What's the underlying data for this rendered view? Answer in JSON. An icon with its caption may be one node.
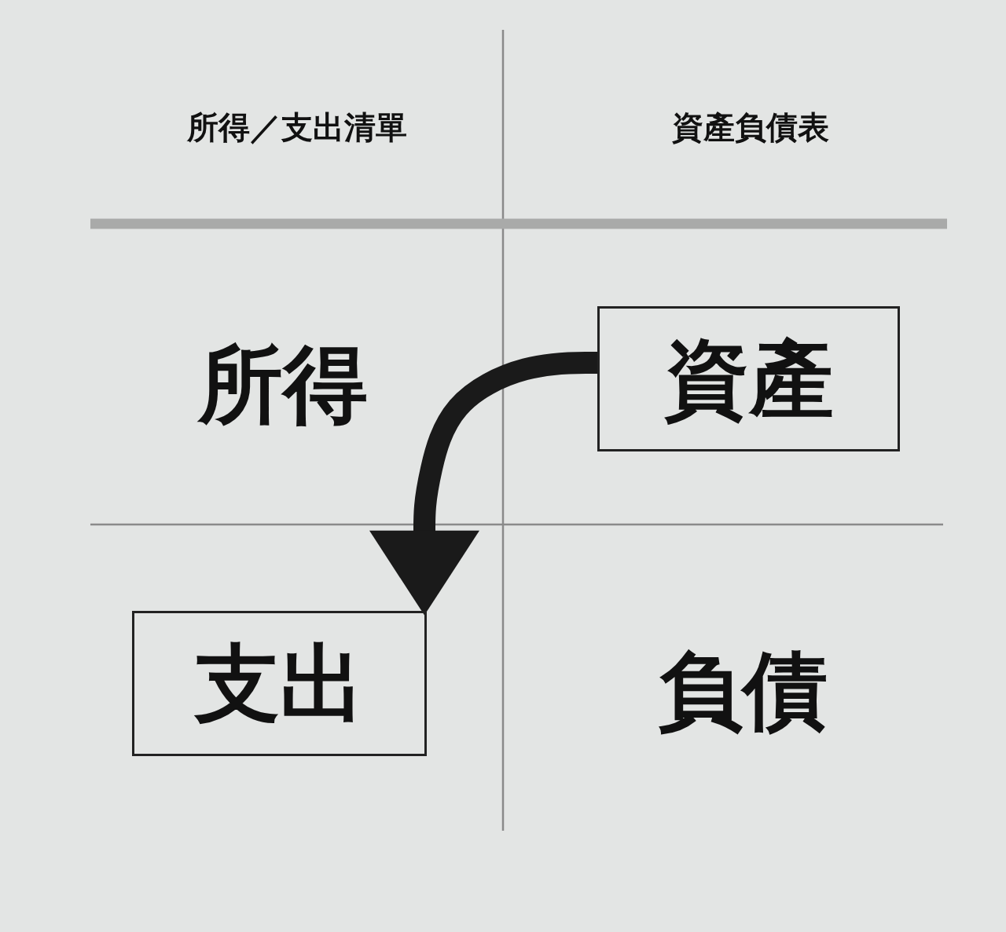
{
  "diagram": {
    "nodes": [
      {
        "text": [
          "資產"
        ]
      },
      {
        "text": [
          "支出"
        ]
      }
    ],
    "edges": [
      {
        "from": 0,
        "to": 1,
        "arrow": "to"
      }
    ],
    "labels": [
      "所得／支出清單",
      "資產負債表",
      "所得",
      "負債"
    ]
  }
}
